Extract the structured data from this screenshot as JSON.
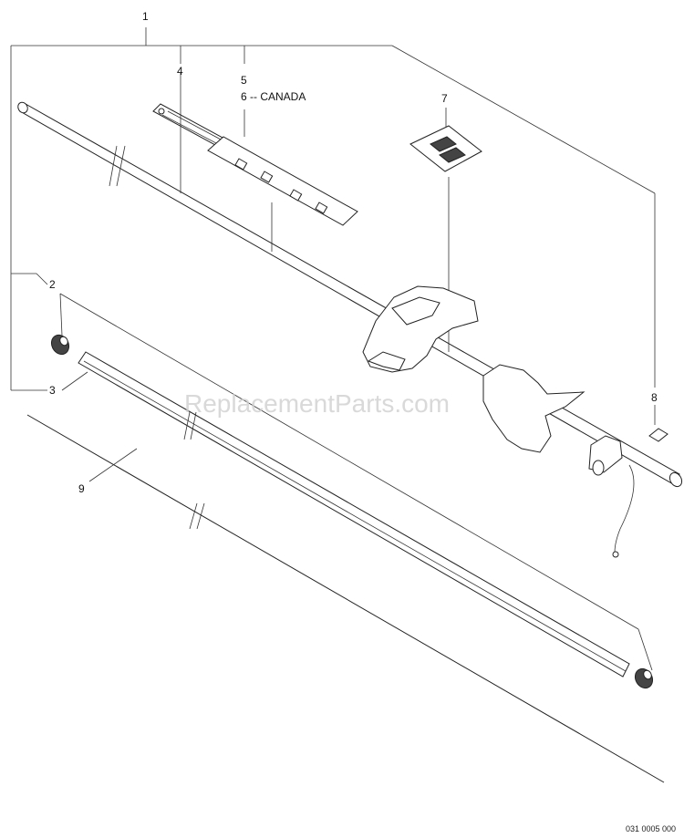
{
  "callouts": {
    "c1": "1",
    "c2": "2",
    "c3": "3",
    "c4": "4",
    "c5": "5",
    "c6": "6 -- CANADA",
    "c7": "7",
    "c8": "8",
    "c9": "9"
  },
  "watermark": "ReplacementParts.com",
  "doc_number": "031 0005 000",
  "icons": [
    "shaft-tube",
    "decal-label",
    "safety-label",
    "brand-decal",
    "throttle-housing",
    "handle-bracket",
    "bushing",
    "drive-shaft-liner",
    "drive-cable",
    "small-label"
  ]
}
